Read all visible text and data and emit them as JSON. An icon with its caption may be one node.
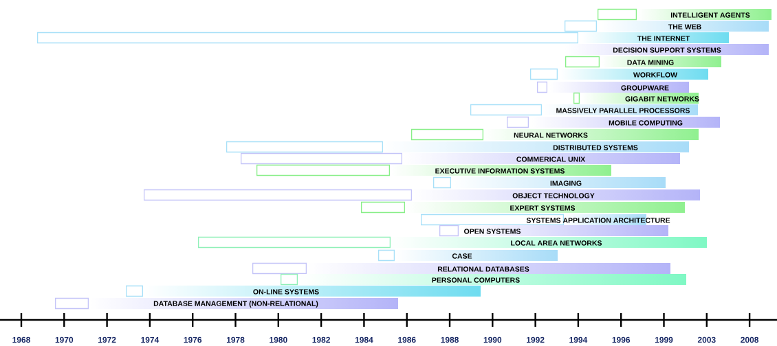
{
  "diagram": {
    "nodes": [
      {
        "text": [],
        "shape": "bar"
      },
      {
        "text": [
          "INTELLIGENT AGENTS"
        ]
      },
      {
        "text": [],
        "shape": "bar"
      },
      {
        "text": [
          "THE WEB"
        ]
      },
      {
        "text": [],
        "shape": "bar"
      },
      {
        "text": [
          "THE INTERNET"
        ]
      },
      {
        "text": [
          "DECISION SUPPORT SYSTEMS"
        ]
      },
      {
        "text": [],
        "shape": "bar"
      },
      {
        "text": [
          "DATA MINING"
        ]
      },
      {
        "text": [],
        "shape": "bar"
      },
      {
        "text": [
          "WORKFLOW"
        ]
      },
      {
        "text": [],
        "shape": "bar"
      },
      {
        "text": [
          "GROUPWARE"
        ]
      },
      {
        "text": [],
        "shape": "bar"
      },
      {
        "text": [
          "GIGABIT NETWORKS"
        ]
      },
      {
        "text": [],
        "shape": "bar"
      },
      {
        "text": [
          "MASSIVELY PARALLEL PROCESSORS"
        ]
      },
      {
        "text": [],
        "shape": "bar"
      },
      {
        "text": [
          "MOBILE COMPUTING"
        ]
      },
      {
        "text": [],
        "shape": "bar"
      },
      {
        "text": [
          "NEURAL NETWORKS"
        ]
      },
      {
        "text": [],
        "shape": "bar"
      },
      {
        "text": [
          "DISTRIBUTED SYSTEMS"
        ]
      },
      {
        "text": [],
        "shape": "bar"
      },
      {
        "text": [
          "COMMERICAL UNIX"
        ]
      },
      {
        "text": [],
        "shape": "bar"
      },
      {
        "text": [
          "EXECUTIVE INFORMATION SYSTEMS"
        ]
      },
      {
        "text": [],
        "shape": "bar"
      },
      {
        "text": [
          "IMAGING"
        ]
      },
      {
        "text": [],
        "shape": "bar"
      },
      {
        "text": [
          "OBJECT TECHNOLOGY"
        ]
      },
      {
        "text": [],
        "shape": "bar"
      },
      {
        "text": [
          "EXPERT SYSTEMS"
        ]
      },
      {
        "text": [],
        "shape": "bar"
      },
      {
        "text": [
          "SYSTEMS  APPLICATION  ARCHITECTURE"
        ]
      },
      {
        "text": [],
        "shape": "bar"
      },
      {
        "text": [
          "OPEN SYSTEMS"
        ]
      },
      {
        "text": [],
        "shape": "bar"
      },
      {
        "text": [
          "LOCAL AREA NETWORKS"
        ]
      },
      {
        "text": [],
        "shape": "bar"
      },
      {
        "text": [
          "CASE"
        ]
      },
      {
        "text": [],
        "shape": "bar"
      },
      {
        "text": [
          "RELATIONAL DATABASES"
        ]
      },
      {
        "text": [],
        "shape": "bar"
      },
      {
        "text": [
          "PERSONAL COMPUTERS"
        ]
      },
      {
        "text": [],
        "shape": "bar"
      },
      {
        "text": [
          "ON-LINE SYSTEMS"
        ]
      },
      {
        "text": [],
        "shape": "bar"
      },
      {
        "text": [
          "DATABASE  MANAGEMENT (NON-RELATIONAL)"
        ]
      }
    ],
    "labels": [
      "1968",
      "1970",
      "1972",
      "1974",
      "1976",
      "1978",
      "1980",
      "1982",
      "1984",
      "1986",
      "1988",
      "1990",
      "1992",
      "1994",
      "1996",
      "1999",
      "2003",
      "2008"
    ]
  }
}
